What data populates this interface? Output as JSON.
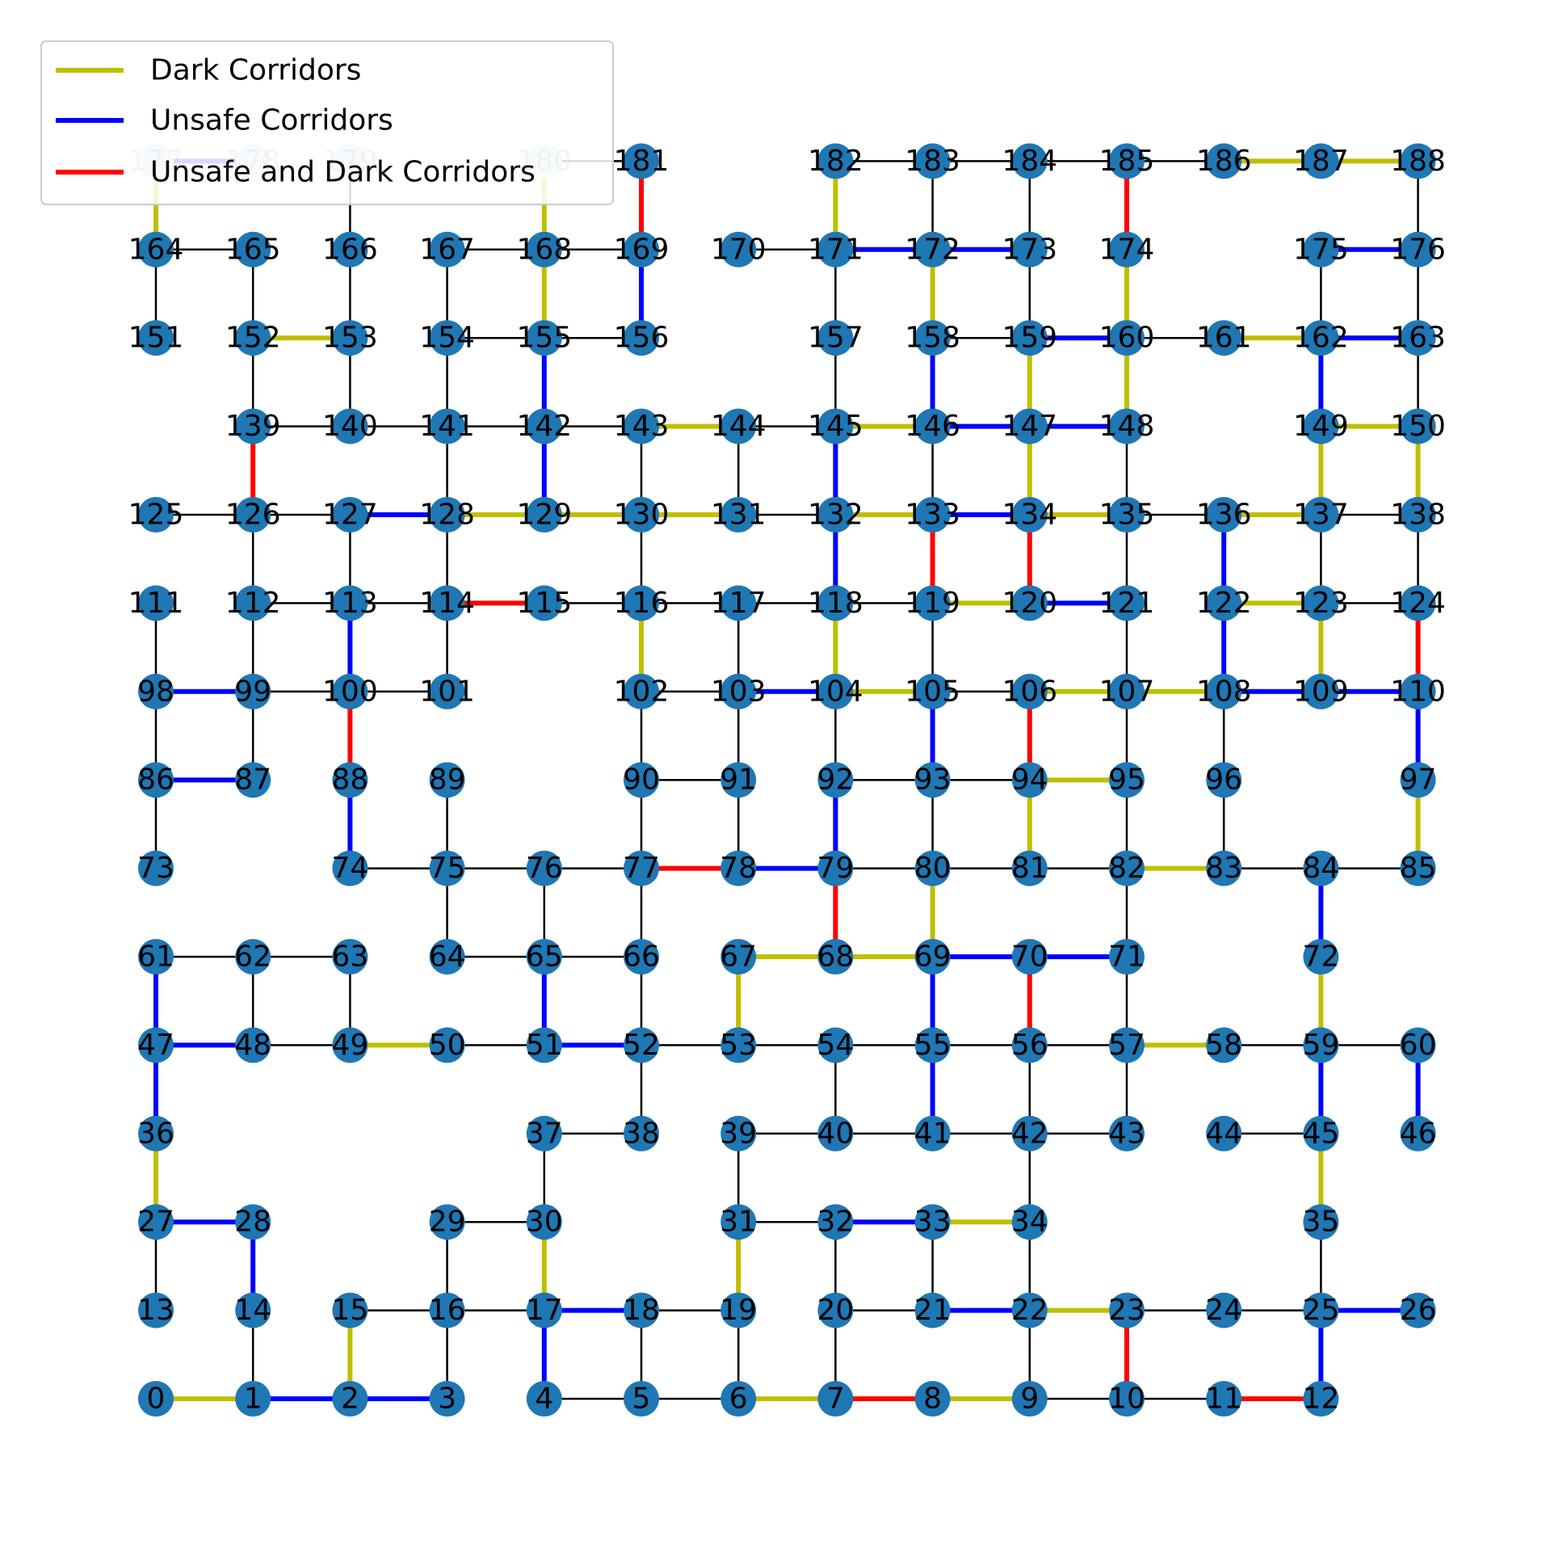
{
  "colors": {
    "normal": "#000000",
    "dark": "#bfbf00",
    "unsafe": "#0000ff",
    "both": "#ff0000",
    "node": "#1f77b4",
    "node_faded": "#cfe2f0"
  },
  "legend": {
    "placement": "upper-left",
    "items": [
      {
        "key": "dark",
        "label": "Dark Corridors"
      },
      {
        "key": "unsafe",
        "label": "Unsafe Corridors"
      },
      {
        "key": "both",
        "label": "Unsafe and Dark Corridors"
      }
    ]
  },
  "grid": {
    "rows": [
      [
        0,
        1,
        2,
        3,
        4,
        5,
        6,
        7,
        8,
        9,
        10,
        11,
        12
      ],
      [
        13,
        14,
        15,
        16,
        17,
        18,
        19,
        20,
        21,
        22,
        23,
        24,
        25,
        26
      ],
      [
        27,
        28,
        null,
        29,
        30,
        null,
        31,
        32,
        33,
        34
      ],
      [
        36,
        null,
        null,
        null,
        37,
        38,
        39,
        40,
        41,
        42,
        43,
        44,
        45,
        46
      ],
      [
        47,
        48,
        49,
        50,
        51,
        52,
        53,
        54,
        55,
        56,
        57,
        58,
        59,
        60
      ],
      [
        61,
        62,
        63,
        64,
        65,
        66,
        67,
        68,
        69,
        70,
        71,
        null,
        72
      ],
      [
        73,
        null,
        74,
        75,
        76,
        77,
        78,
        79,
        80,
        81,
        82,
        83,
        84,
        85
      ],
      [
        86,
        87,
        88,
        89,
        null,
        90,
        91,
        92,
        93,
        94,
        95,
        96,
        null,
        97
      ],
      [
        98,
        99,
        100,
        101,
        null,
        102,
        103,
        104,
        105,
        106,
        107,
        108,
        109,
        110
      ],
      [
        111,
        112,
        113,
        114,
        115,
        116,
        117,
        118,
        119,
        120,
        121,
        122,
        123,
        124
      ],
      [
        125,
        126,
        127,
        128,
        129,
        130,
        131,
        132,
        133,
        134,
        135,
        136,
        137,
        138
      ],
      [
        null,
        139,
        140,
        141,
        142,
        143,
        144,
        145,
        146,
        147,
        148,
        null,
        149,
        150
      ],
      [
        151,
        152,
        153,
        154,
        155,
        156,
        null,
        157,
        158,
        159,
        160,
        161,
        162,
        163
      ],
      [
        164,
        165,
        166,
        167,
        168,
        169,
        170,
        171,
        172,
        173,
        174,
        null,
        175,
        176
      ],
      [
        177,
        178,
        179,
        null,
        180,
        181,
        null,
        182,
        183,
        184,
        185,
        186,
        187,
        188
      ]
    ],
    "extra_nodes": [
      {
        "id": 35,
        "row": 2,
        "col": 12
      }
    ],
    "faded_nodes": [
      177,
      178,
      179,
      180
    ]
  },
  "edges": [
    [
      0,
      1,
      "dark"
    ],
    [
      1,
      2,
      "unsafe"
    ],
    [
      2,
      3,
      "unsafe"
    ],
    [
      4,
      5,
      "normal"
    ],
    [
      5,
      6,
      "normal"
    ],
    [
      6,
      7,
      "dark"
    ],
    [
      7,
      8,
      "both"
    ],
    [
      8,
      9,
      "dark"
    ],
    [
      9,
      10,
      "normal"
    ],
    [
      10,
      11,
      "normal"
    ],
    [
      11,
      12,
      "both"
    ],
    [
      1,
      14,
      "normal"
    ],
    [
      2,
      15,
      "dark"
    ],
    [
      3,
      16,
      "normal"
    ],
    [
      4,
      17,
      "unsafe"
    ],
    [
      5,
      18,
      "normal"
    ],
    [
      6,
      19,
      "normal"
    ],
    [
      7,
      20,
      "normal"
    ],
    [
      9,
      22,
      "normal"
    ],
    [
      10,
      23,
      "both"
    ],
    [
      12,
      25,
      "unsafe"
    ],
    [
      15,
      16,
      "normal"
    ],
    [
      16,
      17,
      "normal"
    ],
    [
      17,
      18,
      "unsafe"
    ],
    [
      18,
      19,
      "normal"
    ],
    [
      20,
      21,
      "normal"
    ],
    [
      21,
      22,
      "unsafe"
    ],
    [
      22,
      23,
      "dark"
    ],
    [
      23,
      24,
      "normal"
    ],
    [
      24,
      25,
      "normal"
    ],
    [
      25,
      26,
      "unsafe"
    ],
    [
      13,
      27,
      "normal"
    ],
    [
      14,
      28,
      "unsafe"
    ],
    [
      16,
      29,
      "normal"
    ],
    [
      17,
      30,
      "dark"
    ],
    [
      19,
      31,
      "dark"
    ],
    [
      20,
      32,
      "normal"
    ],
    [
      21,
      33,
      "normal"
    ],
    [
      22,
      34,
      "normal"
    ],
    [
      25,
      35,
      "normal"
    ],
    [
      27,
      28,
      "unsafe"
    ],
    [
      29,
      30,
      "normal"
    ],
    [
      31,
      32,
      "normal"
    ],
    [
      32,
      33,
      "unsafe"
    ],
    [
      33,
      34,
      "dark"
    ],
    [
      27,
      36,
      "dark"
    ],
    [
      30,
      37,
      "normal"
    ],
    [
      31,
      39,
      "normal"
    ],
    [
      34,
      42,
      "normal"
    ],
    [
      35,
      45,
      "dark"
    ],
    [
      37,
      38,
      "normal"
    ],
    [
      39,
      40,
      "normal"
    ],
    [
      40,
      41,
      "normal"
    ],
    [
      41,
      42,
      "normal"
    ],
    [
      42,
      43,
      "normal"
    ],
    [
      44,
      45,
      "normal"
    ],
    [
      36,
      47,
      "unsafe"
    ],
    [
      38,
      52,
      "normal"
    ],
    [
      40,
      54,
      "normal"
    ],
    [
      41,
      55,
      "unsafe"
    ],
    [
      42,
      56,
      "normal"
    ],
    [
      43,
      57,
      "normal"
    ],
    [
      45,
      59,
      "unsafe"
    ],
    [
      46,
      60,
      "unsafe"
    ],
    [
      47,
      48,
      "unsafe"
    ],
    [
      48,
      49,
      "normal"
    ],
    [
      49,
      50,
      "dark"
    ],
    [
      50,
      51,
      "normal"
    ],
    [
      51,
      52,
      "unsafe"
    ],
    [
      52,
      53,
      "normal"
    ],
    [
      53,
      54,
      "normal"
    ],
    [
      54,
      55,
      "normal"
    ],
    [
      55,
      56,
      "normal"
    ],
    [
      56,
      57,
      "normal"
    ],
    [
      57,
      58,
      "dark"
    ],
    [
      58,
      59,
      "normal"
    ],
    [
      59,
      60,
      "normal"
    ],
    [
      47,
      61,
      "unsafe"
    ],
    [
      48,
      62,
      "normal"
    ],
    [
      49,
      63,
      "normal"
    ],
    [
      51,
      65,
      "unsafe"
    ],
    [
      52,
      66,
      "normal"
    ],
    [
      53,
      67,
      "dark"
    ],
    [
      55,
      69,
      "unsafe"
    ],
    [
      56,
      70,
      "both"
    ],
    [
      57,
      71,
      "normal"
    ],
    [
      59,
      72,
      "dark"
    ],
    [
      61,
      62,
      "normal"
    ],
    [
      62,
      63,
      "normal"
    ],
    [
      64,
      65,
      "normal"
    ],
    [
      65,
      66,
      "normal"
    ],
    [
      67,
      68,
      "dark"
    ],
    [
      68,
      69,
      "dark"
    ],
    [
      69,
      70,
      "unsafe"
    ],
    [
      70,
      71,
      "unsafe"
    ],
    [
      64,
      75,
      "normal"
    ],
    [
      65,
      76,
      "normal"
    ],
    [
      66,
      77,
      "normal"
    ],
    [
      68,
      79,
      "both"
    ],
    [
      69,
      80,
      "dark"
    ],
    [
      71,
      82,
      "normal"
    ],
    [
      72,
      84,
      "unsafe"
    ],
    [
      74,
      75,
      "normal"
    ],
    [
      75,
      76,
      "normal"
    ],
    [
      76,
      77,
      "normal"
    ],
    [
      77,
      78,
      "both"
    ],
    [
      78,
      79,
      "unsafe"
    ],
    [
      79,
      80,
      "normal"
    ],
    [
      80,
      81,
      "normal"
    ],
    [
      81,
      82,
      "normal"
    ],
    [
      82,
      83,
      "dark"
    ],
    [
      83,
      84,
      "normal"
    ],
    [
      84,
      85,
      "normal"
    ],
    [
      73,
      86,
      "normal"
    ],
    [
      74,
      88,
      "unsafe"
    ],
    [
      75,
      89,
      "normal"
    ],
    [
      77,
      90,
      "normal"
    ],
    [
      78,
      91,
      "normal"
    ],
    [
      79,
      92,
      "unsafe"
    ],
    [
      80,
      93,
      "normal"
    ],
    [
      81,
      94,
      "dark"
    ],
    [
      82,
      95,
      "normal"
    ],
    [
      83,
      96,
      "normal"
    ],
    [
      85,
      97,
      "dark"
    ],
    [
      86,
      87,
      "unsafe"
    ],
    [
      90,
      91,
      "normal"
    ],
    [
      92,
      93,
      "normal"
    ],
    [
      93,
      94,
      "normal"
    ],
    [
      94,
      95,
      "dark"
    ],
    [
      86,
      98,
      "normal"
    ],
    [
      87,
      99,
      "normal"
    ],
    [
      88,
      100,
      "both"
    ],
    [
      90,
      102,
      "normal"
    ],
    [
      91,
      103,
      "normal"
    ],
    [
      92,
      104,
      "normal"
    ],
    [
      93,
      105,
      "unsafe"
    ],
    [
      94,
      106,
      "both"
    ],
    [
      95,
      107,
      "normal"
    ],
    [
      96,
      108,
      "normal"
    ],
    [
      97,
      110,
      "unsafe"
    ],
    [
      98,
      99,
      "unsafe"
    ],
    [
      99,
      100,
      "normal"
    ],
    [
      100,
      101,
      "normal"
    ],
    [
      102,
      103,
      "normal"
    ],
    [
      103,
      104,
      "unsafe"
    ],
    [
      104,
      105,
      "dark"
    ],
    [
      105,
      106,
      "normal"
    ],
    [
      106,
      107,
      "dark"
    ],
    [
      107,
      108,
      "dark"
    ],
    [
      108,
      109,
      "unsafe"
    ],
    [
      109,
      110,
      "unsafe"
    ],
    [
      98,
      111,
      "normal"
    ],
    [
      99,
      112,
      "normal"
    ],
    [
      100,
      113,
      "unsafe"
    ],
    [
      101,
      114,
      "normal"
    ],
    [
      102,
      116,
      "dark"
    ],
    [
      103,
      117,
      "normal"
    ],
    [
      104,
      118,
      "dark"
    ],
    [
      105,
      119,
      "normal"
    ],
    [
      107,
      121,
      "normal"
    ],
    [
      108,
      122,
      "unsafe"
    ],
    [
      109,
      123,
      "dark"
    ],
    [
      110,
      124,
      "both"
    ],
    [
      112,
      113,
      "normal"
    ],
    [
      113,
      114,
      "normal"
    ],
    [
      114,
      115,
      "both"
    ],
    [
      115,
      116,
      "normal"
    ],
    [
      116,
      117,
      "normal"
    ],
    [
      117,
      118,
      "normal"
    ],
    [
      118,
      119,
      "normal"
    ],
    [
      119,
      120,
      "dark"
    ],
    [
      120,
      121,
      "unsafe"
    ],
    [
      122,
      123,
      "dark"
    ],
    [
      123,
      124,
      "normal"
    ],
    [
      112,
      126,
      "normal"
    ],
    [
      113,
      127,
      "normal"
    ],
    [
      114,
      128,
      "normal"
    ],
    [
      116,
      130,
      "normal"
    ],
    [
      118,
      132,
      "unsafe"
    ],
    [
      119,
      133,
      "both"
    ],
    [
      120,
      134,
      "both"
    ],
    [
      121,
      135,
      "normal"
    ],
    [
      122,
      136,
      "unsafe"
    ],
    [
      123,
      137,
      "normal"
    ],
    [
      124,
      138,
      "normal"
    ],
    [
      125,
      126,
      "normal"
    ],
    [
      126,
      127,
      "normal"
    ],
    [
      127,
      128,
      "unsafe"
    ],
    [
      128,
      129,
      "dark"
    ],
    [
      129,
      130,
      "dark"
    ],
    [
      130,
      131,
      "dark"
    ],
    [
      131,
      132,
      "normal"
    ],
    [
      132,
      133,
      "dark"
    ],
    [
      133,
      134,
      "unsafe"
    ],
    [
      134,
      135,
      "dark"
    ],
    [
      135,
      136,
      "normal"
    ],
    [
      136,
      137,
      "dark"
    ],
    [
      137,
      138,
      "normal"
    ],
    [
      126,
      139,
      "both"
    ],
    [
      128,
      141,
      "normal"
    ],
    [
      129,
      142,
      "unsafe"
    ],
    [
      130,
      143,
      "normal"
    ],
    [
      131,
      144,
      "normal"
    ],
    [
      132,
      145,
      "unsafe"
    ],
    [
      133,
      146,
      "normal"
    ],
    [
      134,
      147,
      "dark"
    ],
    [
      135,
      148,
      "normal"
    ],
    [
      137,
      149,
      "dark"
    ],
    [
      138,
      150,
      "dark"
    ],
    [
      139,
      140,
      "normal"
    ],
    [
      140,
      141,
      "normal"
    ],
    [
      141,
      142,
      "normal"
    ],
    [
      142,
      143,
      "normal"
    ],
    [
      143,
      144,
      "dark"
    ],
    [
      144,
      145,
      "normal"
    ],
    [
      145,
      146,
      "dark"
    ],
    [
      146,
      147,
      "unsafe"
    ],
    [
      147,
      148,
      "unsafe"
    ],
    [
      149,
      150,
      "dark"
    ],
    [
      139,
      152,
      "normal"
    ],
    [
      140,
      153,
      "normal"
    ],
    [
      141,
      154,
      "normal"
    ],
    [
      142,
      155,
      "unsafe"
    ],
    [
      145,
      157,
      "normal"
    ],
    [
      146,
      158,
      "unsafe"
    ],
    [
      147,
      159,
      "dark"
    ],
    [
      148,
      160,
      "dark"
    ],
    [
      149,
      162,
      "unsafe"
    ],
    [
      150,
      163,
      "normal"
    ],
    [
      152,
      153,
      "dark"
    ],
    [
      154,
      155,
      "normal"
    ],
    [
      155,
      156,
      "normal"
    ],
    [
      158,
      159,
      "normal"
    ],
    [
      159,
      160,
      "unsafe"
    ],
    [
      160,
      161,
      "normal"
    ],
    [
      161,
      162,
      "dark"
    ],
    [
      162,
      163,
      "unsafe"
    ],
    [
      151,
      164,
      "normal"
    ],
    [
      152,
      165,
      "normal"
    ],
    [
      153,
      166,
      "normal"
    ],
    [
      154,
      167,
      "normal"
    ],
    [
      155,
      168,
      "dark"
    ],
    [
      156,
      169,
      "unsafe"
    ],
    [
      157,
      171,
      "normal"
    ],
    [
      158,
      172,
      "dark"
    ],
    [
      159,
      173,
      "normal"
    ],
    [
      160,
      174,
      "dark"
    ],
    [
      162,
      175,
      "normal"
    ],
    [
      163,
      176,
      "normal"
    ],
    [
      164,
      165,
      "normal"
    ],
    [
      167,
      168,
      "normal"
    ],
    [
      168,
      169,
      "normal"
    ],
    [
      170,
      171,
      "normal"
    ],
    [
      171,
      172,
      "unsafe"
    ],
    [
      172,
      173,
      "unsafe"
    ],
    [
      175,
      176,
      "unsafe"
    ],
    [
      164,
      177,
      "dark"
    ],
    [
      166,
      179,
      "normal"
    ],
    [
      168,
      180,
      "dark"
    ],
    [
      169,
      181,
      "both"
    ],
    [
      171,
      182,
      "dark"
    ],
    [
      172,
      183,
      "normal"
    ],
    [
      173,
      184,
      "normal"
    ],
    [
      174,
      185,
      "both"
    ],
    [
      176,
      188,
      "normal"
    ],
    [
      177,
      178,
      "unsafe"
    ],
    [
      180,
      181,
      "normal"
    ],
    [
      182,
      183,
      "normal"
    ],
    [
      183,
      184,
      "normal"
    ],
    [
      184,
      185,
      "normal"
    ],
    [
      185,
      186,
      "normal"
    ],
    [
      186,
      187,
      "dark"
    ],
    [
      187,
      188,
      "dark"
    ]
  ]
}
